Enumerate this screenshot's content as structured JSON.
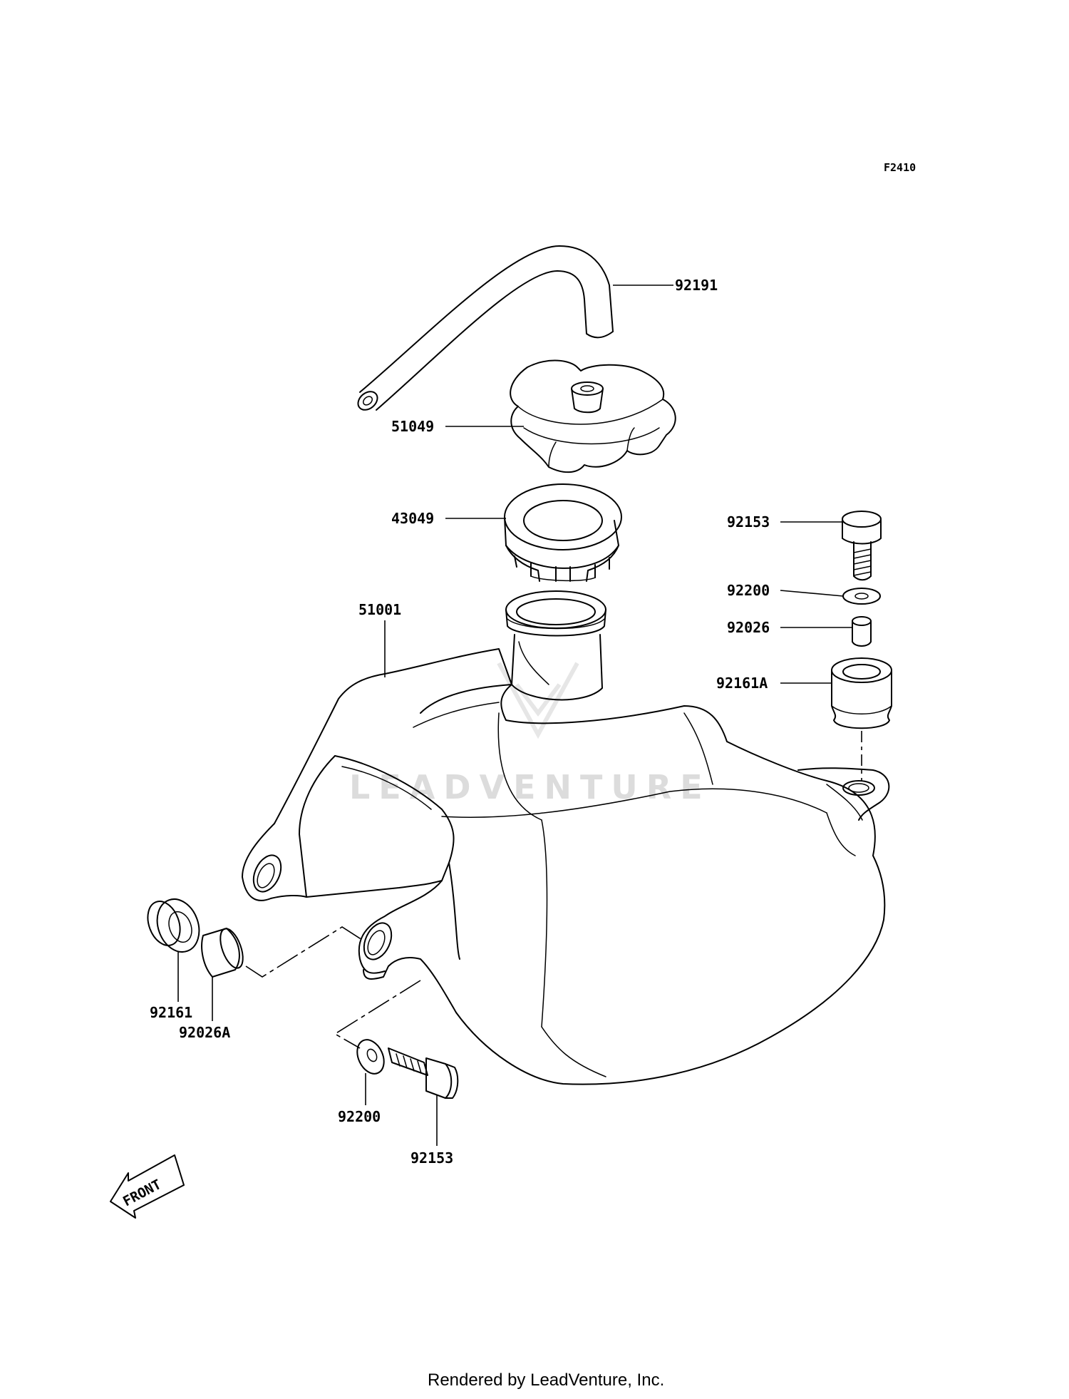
{
  "figure_id": "F2410",
  "watermark": "LEADVENTURE",
  "footer": "Rendered by LeadVenture, Inc.",
  "front_marker": "FRONT",
  "callouts": {
    "breather_hose": "92191",
    "fuel_cap": "51049",
    "cap_gasket": "43049",
    "fuel_tank": "51001",
    "bolt_right": "92153",
    "washer_right": "92200",
    "collar_right": "92026",
    "grommet_right": "92161A",
    "grommet_left": "92161",
    "collar_left": "92026A",
    "washer_bottom": "92200",
    "bolt_bottom": "92153"
  }
}
